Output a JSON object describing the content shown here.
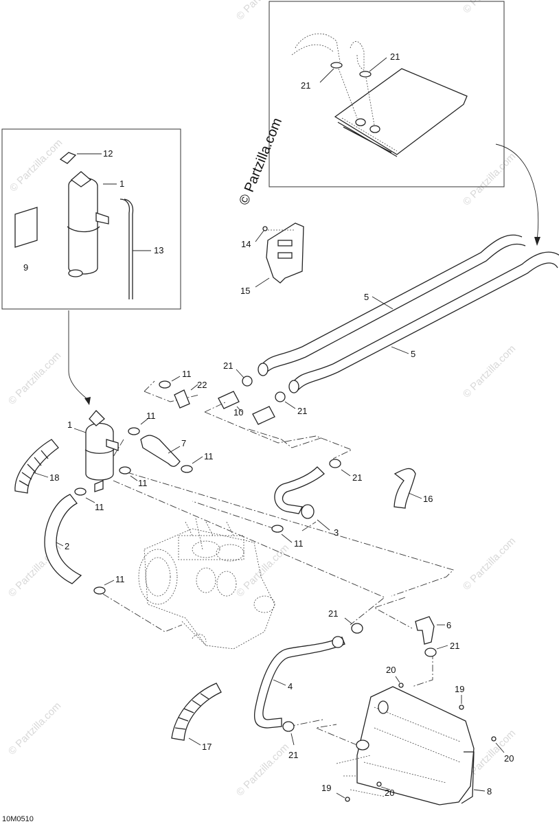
{
  "diagram": {
    "code": "10M0510",
    "watermark_text": "© Partzilla.com",
    "callouts": {
      "c1a": "1",
      "c1b": "1",
      "c2": "2",
      "c3": "3",
      "c4": "4",
      "c5a": "5",
      "c5b": "5",
      "c6": "6",
      "c7": "7",
      "c8": "8",
      "c9": "9",
      "c10": "10",
      "c11a": "11",
      "c11b": "11",
      "c11c": "11",
      "c11d": "11",
      "c11e": "11",
      "c11f": "11",
      "c11g": "11",
      "c12": "12",
      "c13": "13",
      "c14": "14",
      "c15": "15",
      "c16": "16",
      "c17": "17",
      "c18": "18",
      "c19a": "19",
      "c19b": "19",
      "c20a": "20",
      "c20b": "20",
      "c20c": "20",
      "c21a": "21",
      "c21b": "21",
      "c21c": "21",
      "c21d": "21",
      "c21e": "21",
      "c21f": "21",
      "c21g": "21",
      "c21h": "21",
      "c22": "22"
    }
  }
}
